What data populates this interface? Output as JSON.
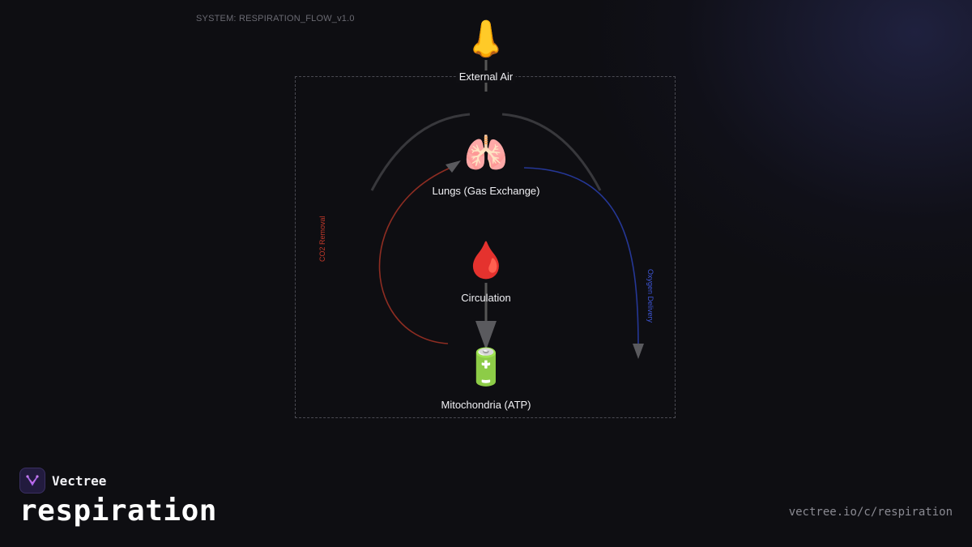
{
  "header": {
    "system_label": "SYSTEM: RESPIRATION_FLOW_v1.0"
  },
  "diagram": {
    "nodes": [
      {
        "id": "external-air",
        "label": "External Air",
        "icon": "nose-icon",
        "glyph": "👃"
      },
      {
        "id": "lungs",
        "label": "Lungs (Gas Exchange)",
        "icon": "lungs-icon",
        "glyph": "🫁"
      },
      {
        "id": "circulation",
        "label": "Circulation",
        "icon": "blood-drop-icon",
        "glyph": "🩸"
      },
      {
        "id": "mitochondria",
        "label": "Mitochondria (ATP)",
        "icon": "battery-icon",
        "glyph": "🔋"
      }
    ],
    "edges": {
      "co2_removal": "CO2 Removal",
      "oxygen_delivery": "Oxygen Delivery"
    },
    "colors": {
      "co2": "#9a2e22",
      "oxygen": "#2a3cb0",
      "co2_text": "#c0392b",
      "oxygen_text": "#3e56d6",
      "neutral": "#3a3a3e"
    }
  },
  "footer": {
    "brand_name": "Vectree",
    "brand_icon": "vectree-logo-icon",
    "title": "respiration",
    "url": "vectree.io/c/respiration"
  }
}
